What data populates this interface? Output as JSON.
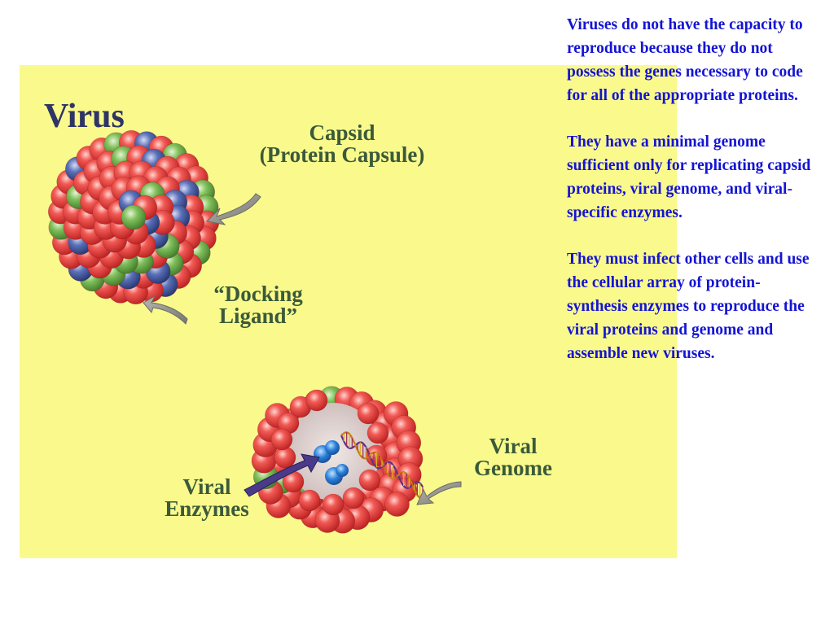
{
  "figure": {
    "title": "Virus",
    "labels": {
      "capsid": [
        "Capsid",
        "(Protein Capsule)"
      ],
      "docking_ligand": [
        "“Docking",
        "Ligand”"
      ],
      "viral_genome": [
        "Viral",
        "Genome"
      ],
      "viral_enzymes": [
        "Viral",
        "Enzymes"
      ]
    }
  },
  "description": {
    "paragraphs": [
      "Viruses do not have the capacity to reproduce because they do not possess the genes necessary to code for all of the appropriate proteins.",
      "They have a minimal genome sufficient only for replicating capsid proteins, viral genome, and viral-specific enzymes.",
      "They must infect other cells and use the cellular array of protein-synthesis enzymes to reproduce the viral proteins and genome and assemble new viruses."
    ]
  },
  "colors": {
    "panel_background": "#fafa8c",
    "title": "#2f3466",
    "label": "#3a5a3a",
    "body_text": "#1414d4",
    "capsomere_red": "#e63b3b",
    "ligand_green": "#6aa84f",
    "ligand_blue": "#3f5a9e",
    "arrow_gray": "#8a8a86",
    "enzyme_blue": "#2a6fd1"
  }
}
